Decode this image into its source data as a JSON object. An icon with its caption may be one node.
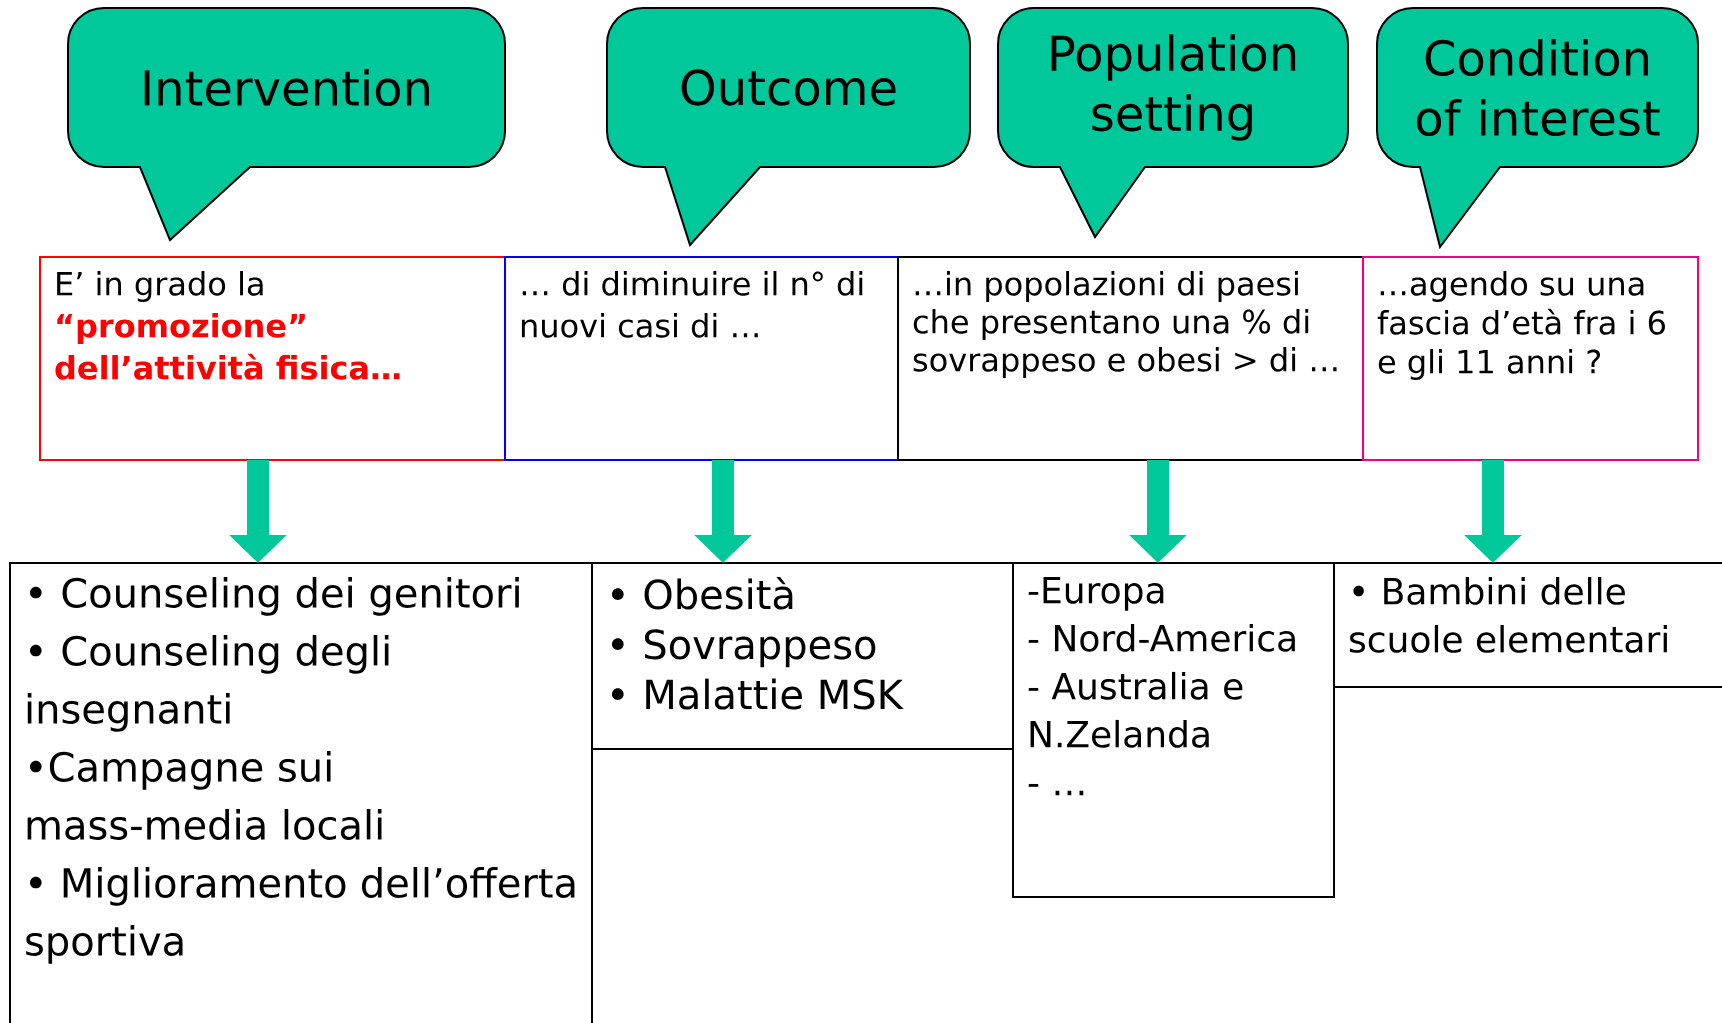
{
  "diagram": {
    "nodes": [
      {
        "text": [
          "Intervention"
        ]
      },
      {
        "text": [
          "Outcome"
        ]
      },
      {
        "text": [
          "Population setting"
        ]
      },
      {
        "text": [
          "Condition of interest"
        ]
      },
      {
        "text": [
          "E’ in grado la",
          "“promozione” dell’attività fisica…"
        ]
      },
      {
        "text": [
          "… di diminuire il n° di nuovi casi di …"
        ]
      },
      {
        "text": [
          "…in popolazioni di paesi che presentano una % di sovrappeso e obesi > di …"
        ]
      },
      {
        "text": [
          "…agendo su una fascia d’età fra i 6 e gli 11 anni ?"
        ]
      },
      {
        "text": [
          "• Counseling dei genitori",
          "• Counseling degli insegnanti",
          "•Campagne sui mass-media locali",
          "• Miglioramento dell’offerta sportiva"
        ]
      },
      {
        "text": [
          "• Obesità",
          "• Sovrappeso",
          "• Malattie MSK"
        ]
      },
      {
        "text": [
          "-Europa",
          "- Nord-America",
          "- Australia e N.Zelanda",
          "- …"
        ]
      },
      {
        "text": [
          "• Bambini delle scuole elementari"
        ]
      }
    ],
    "edges": [
      {
        "from": 4,
        "to": 8,
        "arrow": "to"
      },
      {
        "from": 5,
        "to": 9,
        "arrow": "to"
      },
      {
        "from": 6,
        "to": 10,
        "arrow": "to"
      },
      {
        "from": 7,
        "to": 11,
        "arrow": "to"
      }
    ]
  }
}
